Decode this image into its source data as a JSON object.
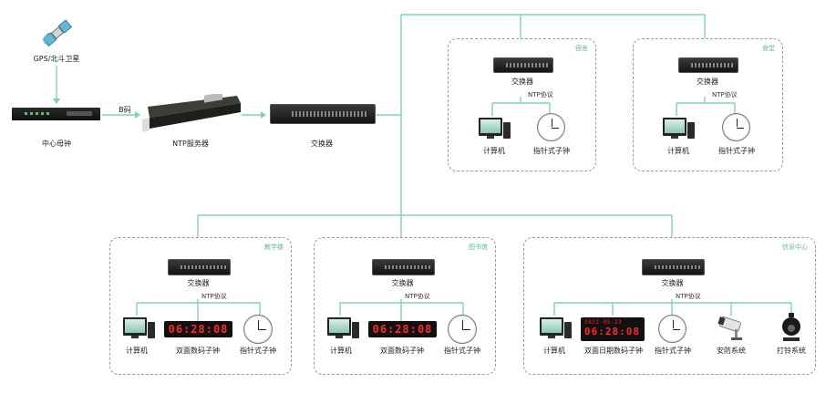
{
  "source": {
    "satellite_label": "GPS/北斗卫星",
    "master_clock_label": "中心母钟",
    "signal_label": "B码"
  },
  "ntp_server": {
    "label": "NTP服务器"
  },
  "core_switch": {
    "label": "交换器"
  },
  "groups": {
    "dorm": {
      "title": "宿舍",
      "switch_label": "交换器",
      "protocol": "NTP协议",
      "computer": "计算机",
      "clock": "指针式子钟"
    },
    "canteen": {
      "title": "食堂",
      "switch_label": "交换器",
      "protocol": "NTP协议",
      "computer": "计算机",
      "clock": "指针式子钟"
    },
    "teaching": {
      "title": "教学楼",
      "switch_label": "交换器",
      "protocol": "NTP协议",
      "computer": "计算机",
      "digital": "双面数码子钟",
      "digital_time": "06:28:08",
      "clock": "指针式子钟"
    },
    "library": {
      "title": "图书馆",
      "switch_label": "交换器",
      "protocol": "NTP协议",
      "computer": "计算机",
      "digital": "双面数码子钟",
      "digital_time": "06:28:08",
      "clock": "指针式子钟"
    },
    "info": {
      "title": "信息中心",
      "switch_label": "交换器",
      "protocol": "NTP协议",
      "computer": "计算机",
      "date_digital": "双面日期数码子钟",
      "date_text": "2022-05-23",
      "date_time": "06:28:08",
      "clock": "指针式子钟",
      "security": "安防系统",
      "bell": "打铃系统"
    }
  },
  "colors": {
    "line": "#7fd0c0",
    "accent_text": "#5bb8a4",
    "led": "#ff2a2a"
  }
}
